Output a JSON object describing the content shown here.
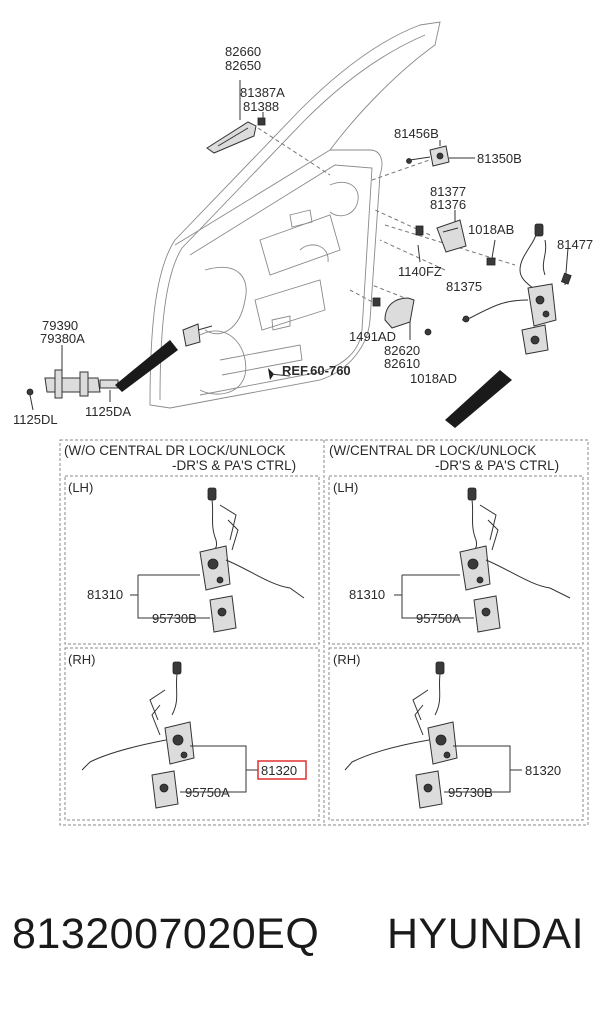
{
  "top_labels": {
    "p82660": "82660",
    "p82650": "82650",
    "p81387A": "81387A",
    "p81388": "81388",
    "p81456B": "81456B",
    "p81350B": "81350B",
    "p81377": "81377",
    "p81376": "81376",
    "p1018AB": "1018AB",
    "p81477": "81477",
    "p1140FZ": "1140FZ",
    "p81375": "81375",
    "p79390": "79390",
    "p79380A": "79380A",
    "p1491AD": "1491AD",
    "p82620": "82620",
    "p82610": "82610",
    "p1018AD": "1018AD",
    "ref": "REF.60-760",
    "p1125DL": "1125DL",
    "p1125DA": "1125DA"
  },
  "panels": {
    "left_header_1": "(W/O CENTRAL DR LOCK/UNLOCK",
    "left_header_2": "-DR'S & PA'S CTRL)",
    "right_header_1": "(W/CENTRAL DR LOCK/UNLOCK",
    "right_header_2": "-DR'S & PA'S CTRL)",
    "lh": "(LH)",
    "rh": "(RH)"
  },
  "sub_labels": {
    "wo_lh_latch": "81310",
    "wo_lh_actuator": "95730B",
    "wo_rh_latch": "81320",
    "wo_rh_actuator": "95750A",
    "w_lh_latch": "81310",
    "w_lh_actuator": "95750A",
    "w_rh_latch": "81320",
    "w_rh_actuator": "95730B"
  },
  "highlight_color": "#e03030",
  "footer": {
    "part_number": "8132007020EQ",
    "brand": "HYUNDAI"
  }
}
